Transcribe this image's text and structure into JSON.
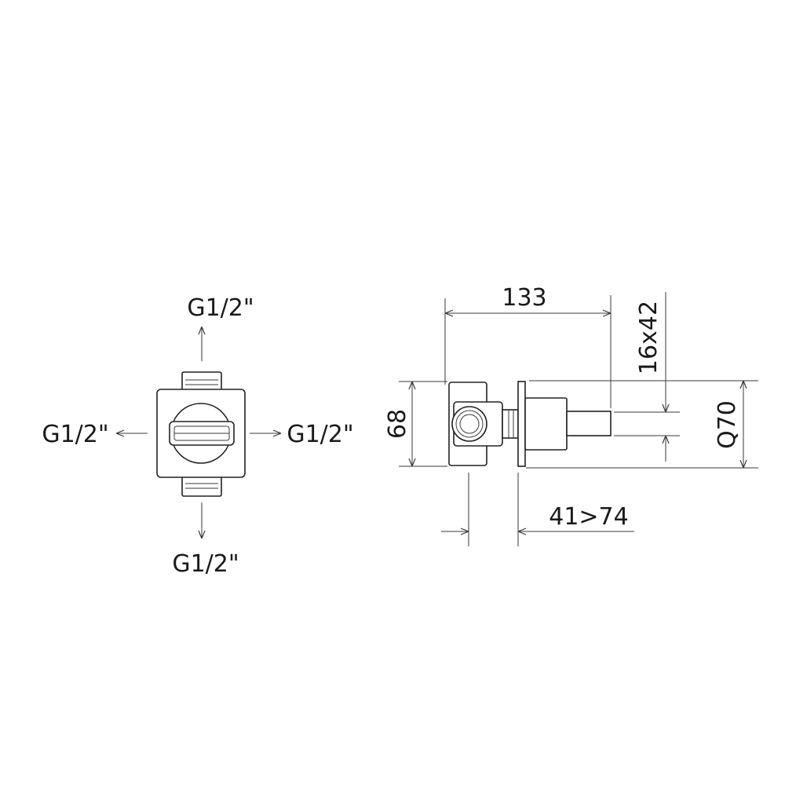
{
  "front_view": {
    "port_top": "G1/2\"",
    "port_left": "G1/2\"",
    "port_right": "G1/2\"",
    "port_bottom": "G1/2\""
  },
  "side_view": {
    "overall_length": "133",
    "body_height": "68",
    "stem_size": "16x42",
    "plate_size": "Q70",
    "depth_range": "41>74"
  },
  "colors": {
    "line": "#222222",
    "background": "#ffffff"
  }
}
